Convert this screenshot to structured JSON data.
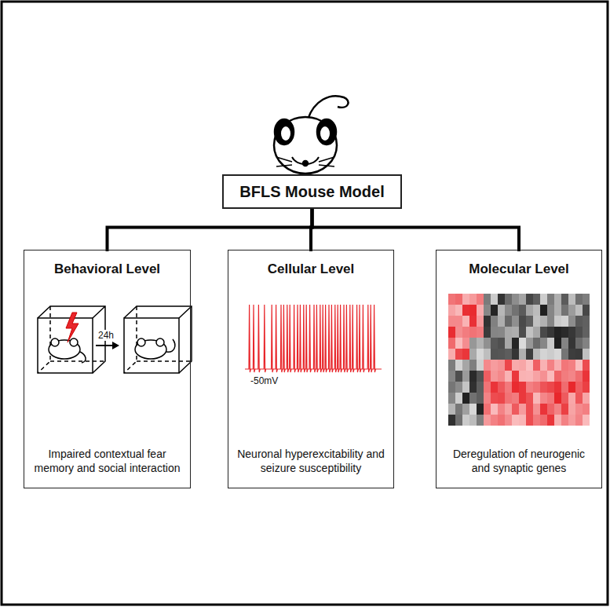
{
  "diagram": {
    "nodes": [
      {
        "text": [
          "BFLS Mouse Model"
        ]
      },
      {
        "text": [
          "Behavioral Level",
          "Impaired contextual fear memory and social interaction"
        ]
      },
      {
        "text": [
          "Cellular Level",
          "Neuronal hyperexcitability and seizure susceptibility"
        ]
      },
      {
        "text": [
          "Molecular Level",
          "Deregulation of neurogenic and synaptic genes"
        ]
      }
    ],
    "edges": [
      {
        "from": 0,
        "to": 1,
        "arrow": "none"
      },
      {
        "from": 0,
        "to": 2,
        "arrow": "none"
      },
      {
        "from": 0,
        "to": 3,
        "arrow": "none"
      }
    ],
    "labels": [
      "24h",
      "-50mV"
    ]
  }
}
